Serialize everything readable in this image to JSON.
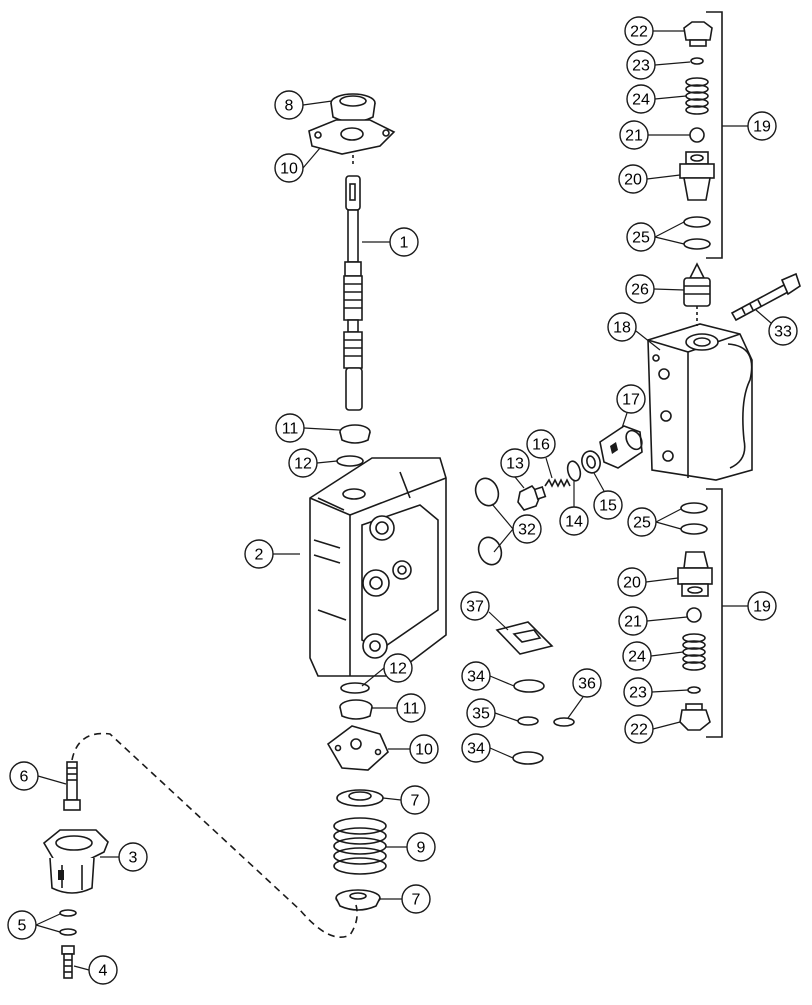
{
  "diagram": {
    "type": "exploded-parts-diagram",
    "line_color": "#1a1a1a",
    "background": "#ffffff",
    "callouts": [
      {
        "id": "c1",
        "label": "1"
      },
      {
        "id": "c2",
        "label": "2"
      },
      {
        "id": "c3",
        "label": "3"
      },
      {
        "id": "c4",
        "label": "4"
      },
      {
        "id": "c5",
        "label": "5"
      },
      {
        "id": "c6",
        "label": "6"
      },
      {
        "id": "c7a",
        "label": "7"
      },
      {
        "id": "c7b",
        "label": "7"
      },
      {
        "id": "c8",
        "label": "8"
      },
      {
        "id": "c9",
        "label": "9"
      },
      {
        "id": "c10a",
        "label": "10"
      },
      {
        "id": "c10b",
        "label": "10"
      },
      {
        "id": "c11a",
        "label": "11"
      },
      {
        "id": "c11b",
        "label": "11"
      },
      {
        "id": "c12a",
        "label": "12"
      },
      {
        "id": "c12b",
        "label": "12"
      },
      {
        "id": "c13",
        "label": "13"
      },
      {
        "id": "c14",
        "label": "14"
      },
      {
        "id": "c15",
        "label": "15"
      },
      {
        "id": "c16",
        "label": "16"
      },
      {
        "id": "c17",
        "label": "17"
      },
      {
        "id": "c18",
        "label": "18"
      },
      {
        "id": "c19a",
        "label": "19"
      },
      {
        "id": "c19b",
        "label": "19"
      },
      {
        "id": "c20a",
        "label": "20"
      },
      {
        "id": "c20b",
        "label": "20"
      },
      {
        "id": "c21a",
        "label": "21"
      },
      {
        "id": "c21b",
        "label": "21"
      },
      {
        "id": "c22a",
        "label": "22"
      },
      {
        "id": "c22b",
        "label": "22"
      },
      {
        "id": "c23a",
        "label": "23"
      },
      {
        "id": "c23b",
        "label": "23"
      },
      {
        "id": "c24a",
        "label": "24"
      },
      {
        "id": "c24b",
        "label": "24"
      },
      {
        "id": "c25a",
        "label": "25"
      },
      {
        "id": "c25b",
        "label": "25"
      },
      {
        "id": "c26",
        "label": "26"
      },
      {
        "id": "c32",
        "label": "32"
      },
      {
        "id": "c33",
        "label": "33"
      },
      {
        "id": "c34a",
        "label": "34"
      },
      {
        "id": "c34b",
        "label": "34"
      },
      {
        "id": "c35",
        "label": "35"
      },
      {
        "id": "c36",
        "label": "36"
      },
      {
        "id": "c37",
        "label": "37"
      }
    ]
  }
}
